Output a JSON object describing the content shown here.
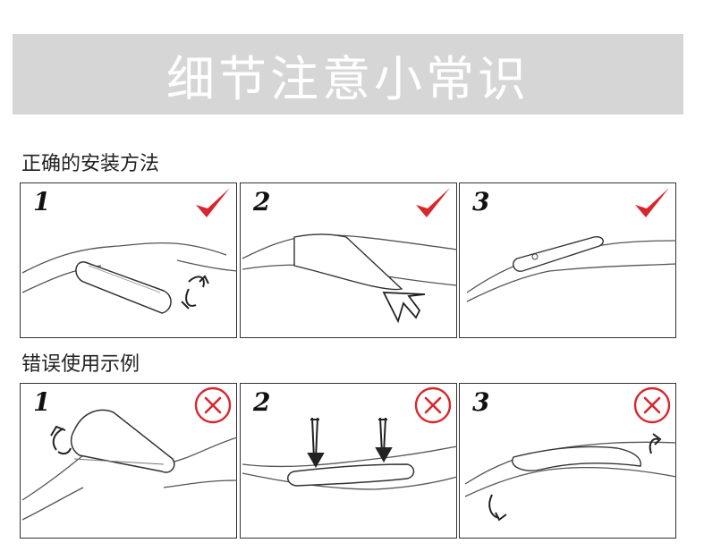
{
  "banner": {
    "title": "细节注意小常识"
  },
  "sections": [
    {
      "label": "正确的安装方法",
      "status": "correct",
      "panels": [
        {
          "number": "1"
        },
        {
          "number": "2"
        },
        {
          "number": "3"
        }
      ]
    },
    {
      "label": "错误使用示例",
      "status": "wrong",
      "panels": [
        {
          "number": "1"
        },
        {
          "number": "2"
        },
        {
          "number": "3"
        }
      ]
    }
  ],
  "colors": {
    "accent_red": "#d9262c",
    "banner_bg": "#d6d6d6"
  },
  "icons": {
    "correct": "checkmark-icon",
    "wrong": "circle-x-icon"
  }
}
